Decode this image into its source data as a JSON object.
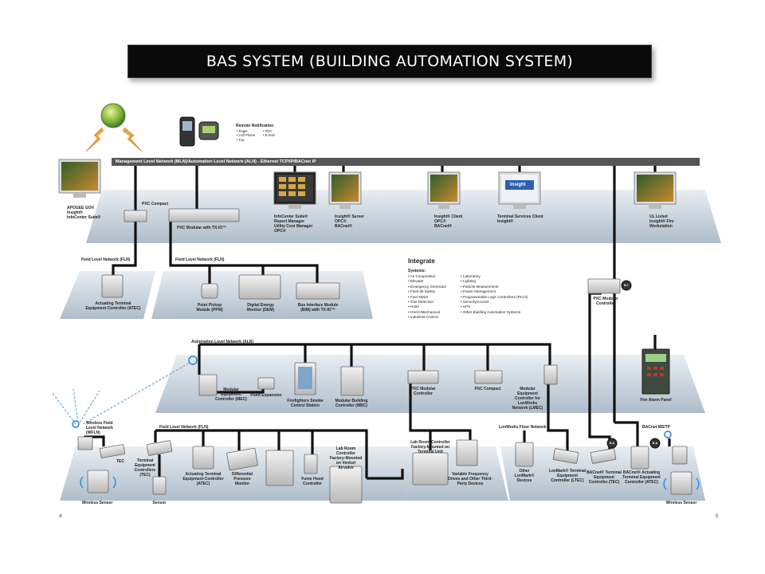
{
  "title": "BAS SYSTEM (BUILDING AUTOMATION SYSTEM)",
  "networks": {
    "mln": "Management Level Network (MLN)/Automation Level Network (ALN) - Ethernet TCP/IP/BACnet IP",
    "fln_left": "Field Level Network (FLN)",
    "fln_mid": "Field Level Network (FLN)",
    "aln": "Automation Level Network (ALN)",
    "fln_bottom": "Field Level Network (FLN)",
    "wfln": "Wireless Field Level Network (WFLN)",
    "lonworks": "LonWorks Floor Network",
    "bacnet_mstp": "BACnet MS/TP"
  },
  "remote": {
    "title": "Remote Notification",
    "items": [
      "Pager",
      "PDA",
      "Cell Phone",
      "E-mail",
      "Fax"
    ]
  },
  "workstations": {
    "apogee": {
      "title": "APOGEE GO®",
      "sub": [
        "Insight®",
        "InfoCenter Suite®"
      ]
    },
    "infocenter": {
      "title": "InfoCenter Suite®",
      "sub": [
        "Report Manager",
        "Utility Cost Manager",
        "OPC®"
      ]
    },
    "insight_server": {
      "title": "Insight® Server",
      "sub": [
        "OPC®",
        "BACnet®"
      ]
    },
    "insight_client": {
      "title": "Insight® Client",
      "sub": [
        "OPC®",
        "BACnet®"
      ]
    },
    "terminal_services": {
      "title": "Terminal Services Client",
      "sub": [
        "Insight®"
      ]
    },
    "ul_listed": {
      "title": "UL Listed",
      "sub": [
        "Insight® Fire",
        "Workstation"
      ]
    }
  },
  "screen_text": {
    "insight": "Insight"
  },
  "controllers": {
    "pxc_compact_top": "PXC Compact",
    "pxc_modular_tx": "PXC Modular with TX-IO™",
    "atec_top": "Actuating Terminal Equipment Controller (ATEC)",
    "ppm": "Point Pickup Module (PPM)",
    "dem": "Digital Energy Monitor (DEM)",
    "bim": "Bus Interface Module (BIM) with TX-IO™",
    "pxc_modular_right": "PXC Modular Controller",
    "mec": "Modular Equipment Controller (MEC)",
    "point_expansion": "Point Expansion",
    "firefighters": "Firefighters Smoke Control Station",
    "mbc": "Modular Building Controller (MBC)",
    "pxc_modular_aln": "PXC Modular Controller",
    "pxc_compact_aln": "PXC Compact",
    "mec_lon": "Modular Equipment Controller for LonWorks Network (LMEC)",
    "fire_alarm": "Fire Alarm Panel",
    "tec_wireless": "TEC",
    "tec_bottom": "Terminal Equipment Controllers (TEC)",
    "atec_bottom": "Actuating Terminal Equipment Controller (ATEC)",
    "diff_pressure": "Differential Pressure Monitor",
    "fume_hood": "Fume Hood Controller",
    "lab_room_factory": "Lab Room Controller Factory-Mounted on Venturi Airvalve",
    "lab_room_terminal": "Lab Room Controller Factory-Mounted on Terminal Unit",
    "vfd": "Variable Frequency Drives and Other Third-Party Devices",
    "other_lon": "Other LonMark® Devices",
    "lonmark_tec": "LonMark® Terminal Equipment Controller (LTEC)",
    "bacnet_tec": "BACnet® Terminal Equipment Controller (TEC)",
    "bacnet_atec": "BACnet® Actuating Terminal Equipment Controller (ATEC)",
    "wireless_sensor_left": "Wireless Sensor",
    "sensor": "Sensor",
    "wireless_sensor_right": "Wireless Sensor"
  },
  "badges": {
    "b1": "B-T",
    "b2": "B-A",
    "b3": "B-A"
  },
  "integrate": {
    "title": "Integrate",
    "subtitle": "Systems:",
    "col1": [
      "Air Compressor",
      "Elevator",
      "Emergency Generator",
      "Fire/Life Safety",
      "Fuel Tanks",
      "Gas Detection",
      "Hotel",
      "HVAC/Mechanical",
      "Industrial Control"
    ],
    "col2": [
      "Laboratory",
      "Lighting",
      "Particle Measurement",
      "Power Management",
      "Programmable Logic Controllers (PLCs)",
      "Security/Access",
      "UPS",
      "Other Building Automation Systems"
    ]
  },
  "pages": {
    "left": "4",
    "right": "5"
  },
  "colors": {
    "bar": "#0a0a0a",
    "platform": "#b9c7d3",
    "line": "#111111",
    "mln_bar": "#555555"
  }
}
